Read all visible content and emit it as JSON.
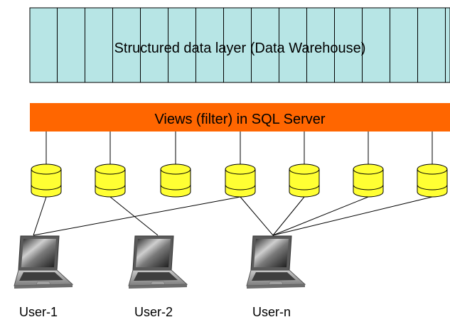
{
  "warehouse": {
    "label": "Structured data layer (Data Warehouse)",
    "fill": "#B7E5E5"
  },
  "views": {
    "label": "Views (filter) in SQL Server",
    "fill": "#FF6600"
  },
  "databases": {
    "fill": "#FFFF33",
    "count": 7
  },
  "users": [
    {
      "label": "User-1",
      "icon": "laptop-icon"
    },
    {
      "label": "User-2",
      "icon": "laptop-icon"
    },
    {
      "label": "User-n",
      "icon": "laptop-icon"
    }
  ]
}
